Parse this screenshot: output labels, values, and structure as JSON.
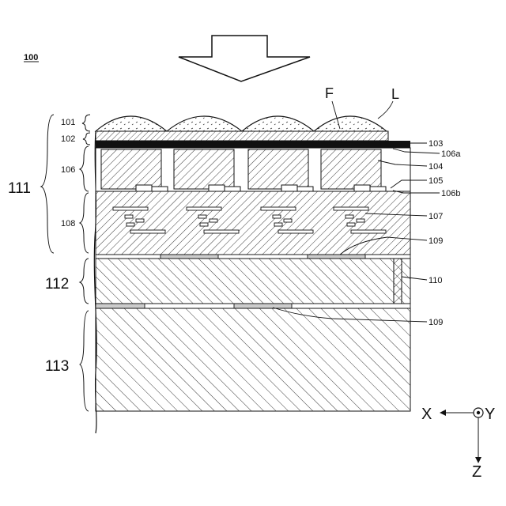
{
  "figure": {
    "device_label": "100",
    "top_labels": {
      "filter": "F",
      "lens": "L"
    },
    "layer_labels": {
      "l101": "101",
      "l102": "102",
      "l103": "103",
      "l104": "104",
      "l105": "105",
      "l106": "106",
      "l106a": "106a",
      "l106b": "106b",
      "l107": "107",
      "l108": "108",
      "l109a": "109",
      "l109b": "109",
      "l110": "110",
      "l111": "111",
      "l112": "112",
      "l113": "113"
    },
    "axes": {
      "x": "X",
      "y": "Y",
      "z": "Z"
    }
  }
}
